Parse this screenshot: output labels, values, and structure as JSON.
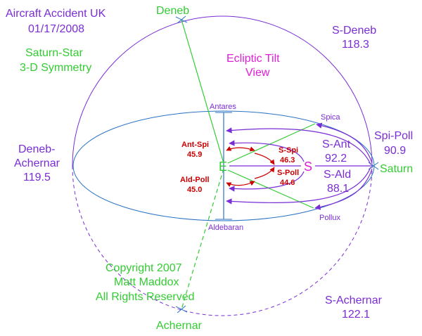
{
  "header": {
    "title_line1": "Aircraft Accident UK",
    "title_line2": "01/17/2008",
    "subtitle_line1": "Saturn-Star",
    "subtitle_line2": "3-D Symmetry",
    "view_line1": "Ecliptic Tilt",
    "view_line2": "View"
  },
  "stars": {
    "deneb": "Deneb",
    "achernar": "Achernar",
    "antares": "Antares",
    "aldebaran": "Aldebaran",
    "spica": "Spica",
    "pollux": "Pollux",
    "saturn": "Saturn"
  },
  "markers": {
    "earth": "E",
    "saturn": "S"
  },
  "angles": {
    "s_deneb_label": "S-Deneb",
    "s_deneb_value": "118.3",
    "deneb_achernar_label_1": "Deneb-",
    "deneb_achernar_label_2": "Achernar",
    "deneb_achernar_value": "119.5",
    "spi_poll_label": "Spi-Poll",
    "spi_poll_value": "90.9",
    "s_ant_label": "S-Ant",
    "s_ant_value": "92.2",
    "s_ald_label": "S-Ald",
    "s_ald_value": "88.1",
    "s_achernar_label": "S-Achernar",
    "s_achernar_value": "122.1",
    "ant_spi_label": "Ant-Spi",
    "ant_spi_value": "45.9",
    "ald_poll_label": "Ald-Poll",
    "ald_poll_value": "45.0",
    "s_spi_label": "S-Spi",
    "s_spi_value": "46.3",
    "s_poll_label": "S-Poll",
    "s_poll_value": "44.6"
  },
  "copyright": {
    "line1": "Copyright 2007",
    "line2": "Matt Maddox",
    "line3": "All Rights Reserved"
  },
  "colors": {
    "purple": "#7a2dd6",
    "green": "#33cc33",
    "blue": "#2a73c4",
    "red": "#cc0000",
    "magenta": "#e01ed8"
  }
}
